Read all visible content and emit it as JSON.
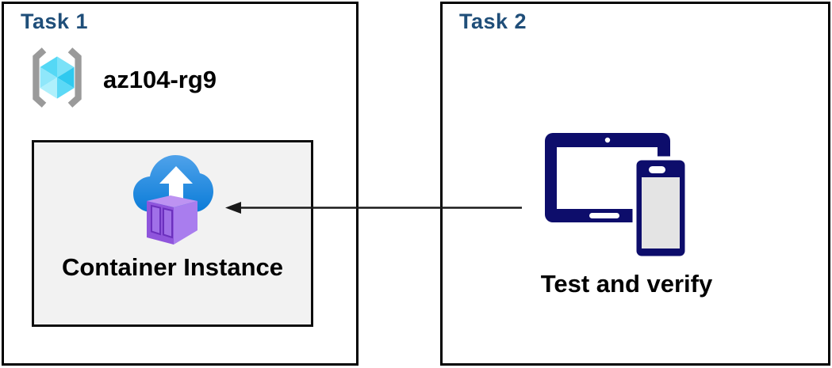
{
  "diagram": {
    "task1": {
      "title": "Task 1",
      "resource_group": {
        "icon": "resource-group-icon",
        "name": "az104-rg9"
      },
      "container_instance": {
        "icon": "container-instance-icon",
        "label": "Container Instance"
      }
    },
    "task2": {
      "title": "Task 2",
      "devices": {
        "icon": "tablet-and-phone-icon",
        "label": "Test and verify"
      }
    },
    "connection": {
      "type": "arrow",
      "from": "task2-devices",
      "to": "task1-container-instance",
      "direction": "right-to-left"
    },
    "colors": {
      "title_blue": "#1F4E79",
      "box_border": "#000000",
      "inner_box_fill": "#F2F2F2",
      "inner_box_border": "#0D0D0D",
      "device_navy": "#0D0D6B",
      "phone_screen_gray": "#E4E4E4",
      "cloud_blue_top": "#4FA2EA",
      "cloud_blue_bottom": "#0B7CD8",
      "container_purple_front": "#8F55DC",
      "container_purple_side": "#A97DEE",
      "container_purple_top": "#BD93F2",
      "cube_cyan": "#55D8F5",
      "bracket_gray": "#9A9A9A",
      "arrow_black": "#1A1A1A",
      "text_black": "#000000"
    }
  }
}
